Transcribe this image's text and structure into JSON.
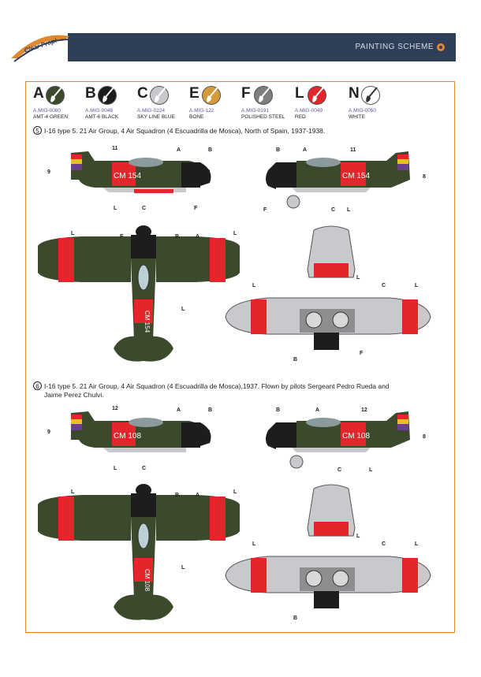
{
  "header": {
    "title": "PAINTING SCHEME",
    "logo_text": "Clear Prop!"
  },
  "paints": [
    {
      "letter": "A",
      "code": "A.MIG-0080",
      "name": "AMT-4 GREEN",
      "color": "#3b4a2c"
    },
    {
      "letter": "B",
      "code": "A.MIG-0046",
      "name": "AMT-6 BLACK",
      "color": "#1d1d1d"
    },
    {
      "letter": "C",
      "code": "A.MIG-0224",
      "name": "SKY LINE BLUE",
      "color": "#c7c9cc"
    },
    {
      "letter": "E",
      "code": "A.MIG-122",
      "name": "BONE",
      "color": "#d59a3c"
    },
    {
      "letter": "F",
      "code": "A.MIG-0191",
      "name": "POLISHED STEEL",
      "color": "#7c7e80"
    },
    {
      "letter": "L",
      "code": "A.MIG-0049",
      "name": "RED",
      "color": "#e3262b"
    },
    {
      "letter": "N",
      "code": "A.MIG-0050",
      "name": "WHITE",
      "color": "#ffffff"
    }
  ],
  "schemes": [
    {
      "number": "5",
      "line1": "I-16 type 5. 21 Air Group, 4 Air Squadron (4 Escuadrilla de Mosca), North of Spain, 1937-1938.",
      "line2": "",
      "code": "CM 154"
    },
    {
      "number": "6",
      "line1": "I-16 type 5. 21 Air Group, 4 Air Squadron (4 Escuadrilla de Mosca),1937. Flown by pilots Sergeant Pedro Rueda and",
      "line2": "Jaime Perez Chulvi.",
      "code": "CM 108"
    }
  ],
  "callouts": {
    "a": "A",
    "b": "B",
    "c": "C",
    "f": "F",
    "l": "L",
    "s9": "9",
    "s8": "8",
    "s11": "11",
    "s12": "12"
  },
  "colors": {
    "accent": "#e0882f",
    "header": "#2f3f58",
    "green": "#3b4a2c",
    "red": "#e3262b",
    "grey": "#c7c9cc",
    "black": "#1d1d1d"
  }
}
